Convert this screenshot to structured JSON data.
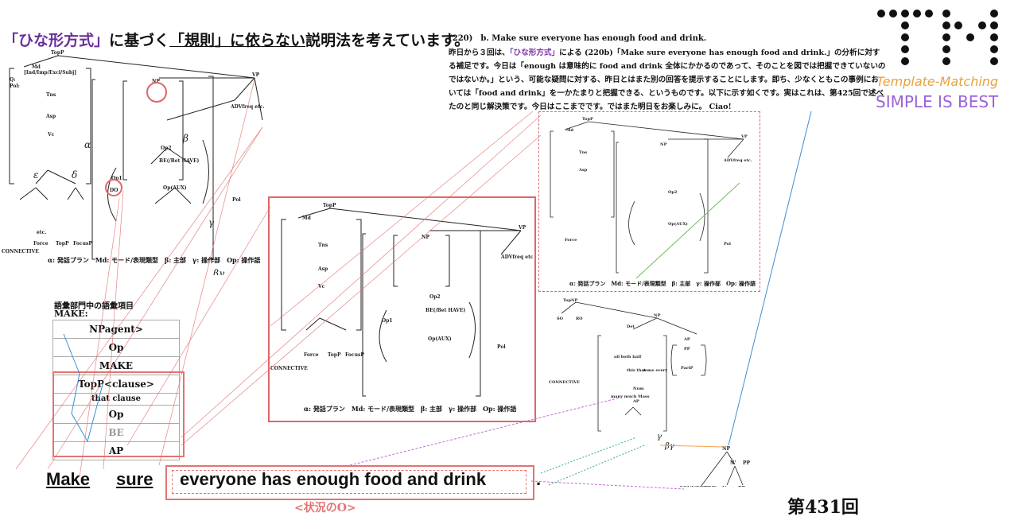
{
  "heading": {
    "part1": "「ひな形方式」",
    "part2": "に基づく",
    "part3": "「規則」",
    "part4": "に依らない",
    "part5": "説明法を考えています。"
  },
  "example": {
    "title": "(220)　b. Make sure everyone has enough food and drink.",
    "text_before": "昨日から３回は、",
    "text_hl": "「ひな形方式」",
    "text_after": "による (220b)「Make sure everyone has enough food and drink.」の分析に対する補足です。今日は「enough は意味的に food and drink 全体にかかるのであって、そのことを図では把握できていないのではないか。」という、可能な疑問に対する、昨日とはまた別の回答を提示することにします。即ち、少なくともこの事例においては「food and drink」を一かたまりと把握できる、というものです。以下に示す如くです。実はこれは、第425回で述べたのと同じ解決策です。今日はここまでです。ではまた明日をお楽しみに。 Ciao!"
  },
  "logo": {
    "sub1": "Template-Matching",
    "sub2": "SIMPLE IS BEST",
    "colors": {
      "dots": "#111111",
      "sub1": "#e8a23a",
      "sub2": "#9a63d6"
    }
  },
  "tree": {
    "topp": "TopP",
    "md": "Md",
    "md_feats": "[Ind/Imp/Excl/Subj]",
    "q": "Q:",
    "pol": "Pol:",
    "tns": "Tns",
    "asp": "Asp",
    "vc": "Vc",
    "np": "NP",
    "vp": "VP",
    "op1": "Op1",
    "op2": "Op2",
    "opaux": "Op(AUX)",
    "adv": "ADVfreq etc.",
    "pol2": "Pol",
    "force": "Force",
    "topp2": "TopP",
    "focusp": "FocusP",
    "conn": "CONNECTIVE",
    "etc": "etc.",
    "be_have": "BE(/Bet HAVE)",
    "do": "DO",
    "alpha": "α",
    "beta": "β",
    "gamma": "γ",
    "epsilon": "ε",
    "delta": "δ",
    "betagamma": "βγ"
  },
  "legend": "α: 発話プラン　Md: モード/表現類型　β: 主部　γ: 操作部　Op: 操作語",
  "lexicon": {
    "title": "語彙部門中の語彙項目",
    "head": "MAKE:",
    "rows": [
      "NPagent>",
      "Op",
      "MAKE",
      "TopP<clause>",
      "that clause",
      "Op",
      "BE",
      "AP"
    ]
  },
  "np_tree": {
    "topnp": "TopNP",
    "so": "SO",
    "ro": "RO",
    "det": "Det",
    "np": "NP",
    "ap": "AP",
    "pp": "PP",
    "partp": "PartP",
    "nprime": "N'",
    "n": "N",
    "conn": "CONNECTIVE",
    "num": "Num",
    "many": "many\nmuch\nMass",
    "all": "all\nboth\nhalf",
    "this": "this\nthat",
    "some": "some\nevery",
    "gamma": "γ",
    "betagamma": "βγ"
  },
  "sentence": {
    "make": "Make",
    "sure": "sure",
    "clause": "everyone has enough food and drink",
    "period": "."
  },
  "clause_label": "<状況のO>",
  "episode": "第431回",
  "colors": {
    "accent_red": "#e06666",
    "accent_purple": "#6b2f9c",
    "arrow_blue": "#3a8fd8",
    "arrow_green": "#6fbe5a",
    "arrow_violet": "#c06ad8",
    "arrow_orange": "#f2a24a",
    "arrow_teal": "#3aa6a0"
  }
}
